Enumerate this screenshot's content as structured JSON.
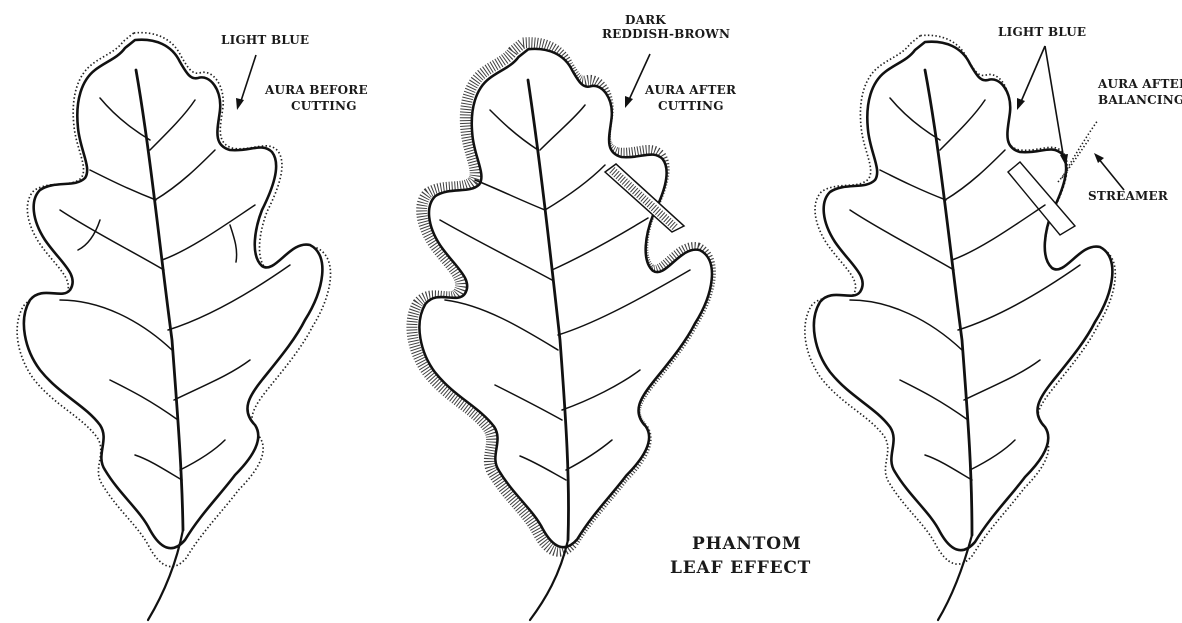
{
  "labels": {
    "left_color": "LIGHT BLUE",
    "left_aura_line1": "AURA BEFORE",
    "left_aura_line2": "CUTTING",
    "mid_color_line1": "DARK",
    "mid_color_line2": "REDDISH-BROWN",
    "mid_aura_line1": "AURA AFTER",
    "mid_aura_line2": "CUTTING",
    "right_color": "LIGHT BLUE",
    "right_aura_line1": "AURA AFTER",
    "right_aura_line2": "BALANCING",
    "streamer": "STREAMER",
    "title_line1": "PHANTOM",
    "title_line2": "LEAF EFFECT"
  }
}
